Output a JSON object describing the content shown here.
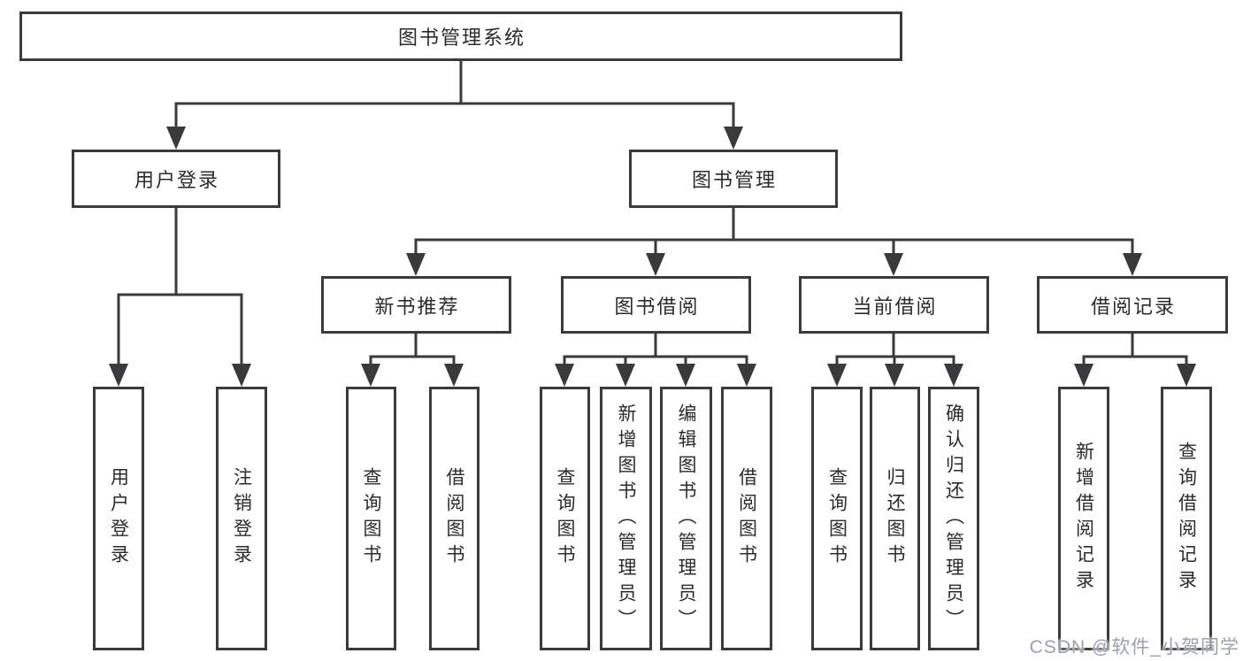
{
  "diagram": {
    "root": {
      "label": "图书管理系统"
    },
    "level2": [
      {
        "id": "user-login",
        "label": "用户登录"
      },
      {
        "id": "book-management",
        "label": "图书管理"
      }
    ],
    "level3": [
      {
        "id": "new-book-recommendation",
        "label": "新书推荐",
        "parent": "图书管理"
      },
      {
        "id": "book-borrowing",
        "label": "图书借阅",
        "parent": "图书管理"
      },
      {
        "id": "current-borrowing",
        "label": "当前借阅",
        "parent": "图书管理"
      },
      {
        "id": "borrowing-records",
        "label": "借阅记录",
        "parent": "图书管理"
      }
    ],
    "leaves": [
      {
        "label": "用户登录",
        "parent": "用户登录"
      },
      {
        "label": "注销登录",
        "parent": "用户登录"
      },
      {
        "label": "查询图书",
        "parent": "新书推荐"
      },
      {
        "label": "借阅图书",
        "parent": "新书推荐"
      },
      {
        "label": "查询图书",
        "parent": "图书借阅"
      },
      {
        "label": "新增图书（管理员）",
        "parent": "图书借阅"
      },
      {
        "label": "编辑图书（管理员）",
        "parent": "图书借阅"
      },
      {
        "label": "借阅图书",
        "parent": "图书借阅"
      },
      {
        "label": "查询图书",
        "parent": "当前借阅"
      },
      {
        "label": "归还图书",
        "parent": "当前借阅"
      },
      {
        "label": "确认归还（管理员）",
        "parent": "当前借阅"
      },
      {
        "label": "新增借阅记录",
        "parent": "借阅记录"
      },
      {
        "label": "查询借阅记录",
        "parent": "借阅记录"
      }
    ]
  },
  "watermark": {
    "text": "CSDN @软件_小贺同学"
  },
  "colors": {
    "line": "#3a3a3d",
    "text": "#2b2b2e",
    "watermark": "#9aa0ad",
    "background": "#ffffff"
  }
}
